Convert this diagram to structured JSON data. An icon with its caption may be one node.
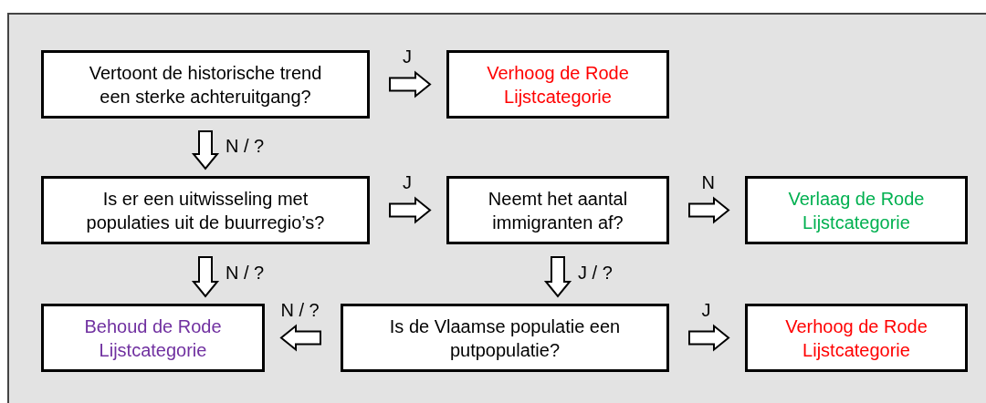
{
  "diagram": {
    "nodes": [
      {
        "text": [
          "Vertoont de historische trend een sterke achteruitgang?"
        ]
      },
      {
        "text": [
          "Verhoog de Rode Lijstcategorie"
        ]
      },
      {
        "text": [
          "Is er een uitwisseling met populaties uit de buurregio’s?"
        ]
      },
      {
        "text": [
          "Neemt het aantal immigranten af?"
        ]
      },
      {
        "text": [
          "Verlaag de Rode Lijstcategorie"
        ]
      },
      {
        "text": [
          "Behoud de Rode Lijstcategorie"
        ]
      },
      {
        "text": [
          "Is de Vlaamse populatie een putpopulatie?"
        ]
      },
      {
        "text": [
          "Verhoog de Rode Lijstcategorie"
        ]
      }
    ],
    "edges": [
      {
        "from": 0,
        "to": 1,
        "arrow": "to",
        "label": "J"
      },
      {
        "from": 0,
        "to": 2,
        "arrow": "to",
        "label": "N / ?"
      },
      {
        "from": 2,
        "to": 3,
        "arrow": "to",
        "label": "J"
      },
      {
        "from": 3,
        "to": 4,
        "arrow": "to",
        "label": "N"
      },
      {
        "from": 2,
        "to": 5,
        "arrow": "to",
        "label": "N / ?"
      },
      {
        "from": 3,
        "to": 6,
        "arrow": "to",
        "label": "J / ?"
      },
      {
        "from": 6,
        "to": 5,
        "arrow": "to",
        "label": "N / ?"
      },
      {
        "from": 6,
        "to": 7,
        "arrow": "to",
        "label": "J"
      }
    ]
  }
}
